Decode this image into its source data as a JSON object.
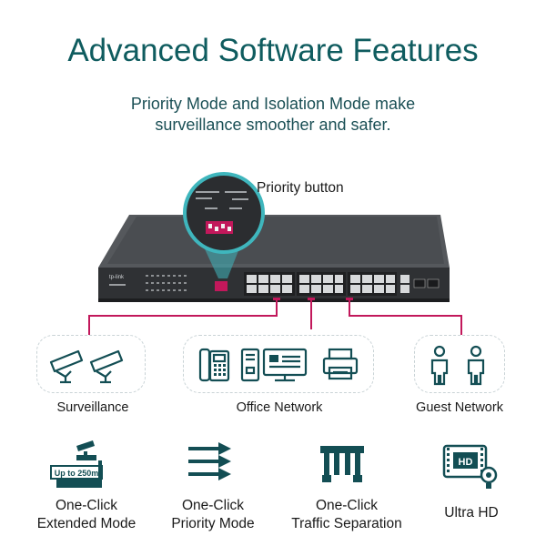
{
  "title": "Advanced Software Features",
  "subtitle_line1": "Priority Mode and Isolation Mode make",
  "subtitle_line2": "surveillance smoother and safer.",
  "callout": "Priority button",
  "groups": {
    "surveillance": "Surveillance",
    "office": "Office Network",
    "guest": "Guest Network"
  },
  "features": {
    "extended_l1": "One-Click",
    "extended_l2": "Extended Mode",
    "extended_badge": "Up to 250m",
    "priority_l1": "One-Click",
    "priority_l2": "Priority Mode",
    "traffic_l1": "One-Click",
    "traffic_l2": "Traffic Separation",
    "uhd": "Ultra HD",
    "uhd_badge": "HD"
  },
  "device": {
    "brand": "tp-link"
  },
  "colors": {
    "title": "#0f5c5f",
    "accent": "#c2185b",
    "icon": "#134e54",
    "switch": "#3b3d40"
  }
}
